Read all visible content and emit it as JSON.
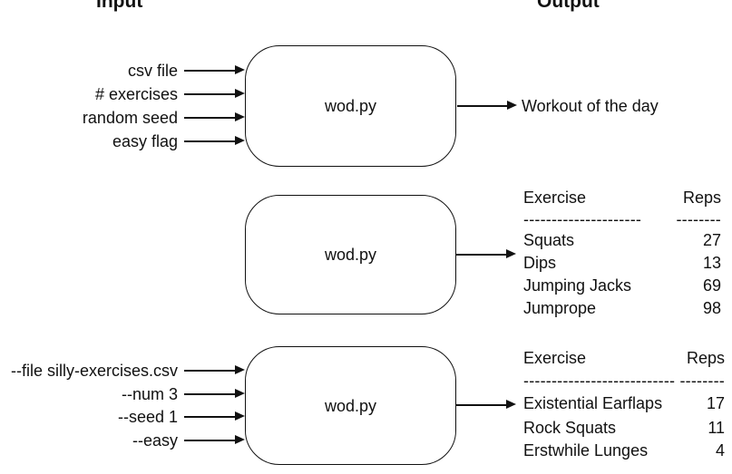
{
  "header": {
    "input_label": "Input",
    "output_label": "Output"
  },
  "colors": {
    "ink": "#111111",
    "background": "#ffffff"
  },
  "sections": [
    {
      "box_label": "wod.py",
      "inputs": [
        "csv file",
        "# exercises",
        "random seed",
        "easy flag"
      ],
      "output_text": "Workout of the day"
    },
    {
      "box_label": "wod.py",
      "inputs": [],
      "output_table": {
        "exercise_header": "Exercise",
        "reps_header": "Reps",
        "exercise_rule": "---------------------",
        "reps_rule": "--------",
        "rows": [
          {
            "exercise": "Squats",
            "reps": "27"
          },
          {
            "exercise": "Dips",
            "reps": "13"
          },
          {
            "exercise": "Jumping Jacks",
            "reps": "69"
          },
          {
            "exercise": "Jumprope",
            "reps": "98"
          }
        ]
      }
    },
    {
      "box_label": "wod.py",
      "inputs": [
        "--file silly-exercises.csv",
        "--num 3",
        "--seed 1",
        "--easy"
      ],
      "output_table": {
        "exercise_header": "Exercise",
        "reps_header": "Reps",
        "exercise_rule": "---------------------------",
        "reps_rule": "--------",
        "rows": [
          {
            "exercise": "Existential Earflaps",
            "reps": "17"
          },
          {
            "exercise": "Rock Squats",
            "reps": "11"
          },
          {
            "exercise": "Erstwhile Lunges",
            "reps": "4"
          }
        ]
      }
    }
  ]
}
